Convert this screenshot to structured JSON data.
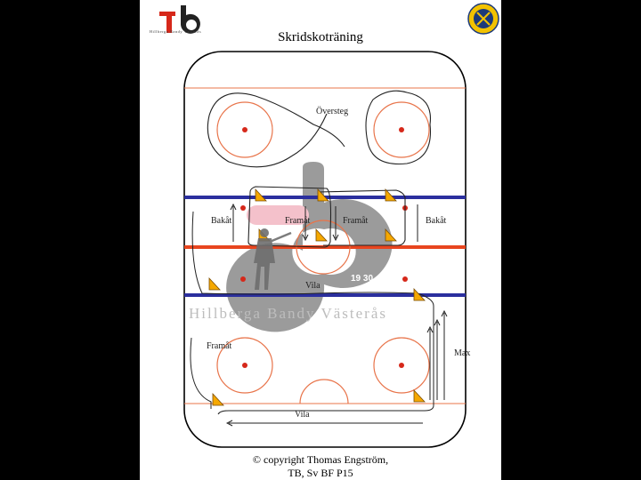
{
  "header": {
    "title": "Skridskoträning",
    "logo_text": "Hillberga Bandy Västerås"
  },
  "labels": {
    "oversteg": "Översteg",
    "bakat_left": "Bakåt",
    "framat_mid_left": "Framåt",
    "framat_mid_right": "Framåt",
    "bakat_right": "Bakåt",
    "vila_mid": "Vila",
    "framat_low": "Framåt",
    "max": "Max",
    "vila_bottom": "Vila"
  },
  "watermark": {
    "text": "Hillberga Bandy Västerås",
    "number": "19 30"
  },
  "footer": {
    "copyright_line1": "© copyright Thomas Engström,",
    "copyright_line2": "TB, Sv BF P15"
  },
  "colors": {
    "blue_line": "#2b2f9e",
    "red_line": "#e8451e",
    "circle": "#e8744a",
    "cone": "#f5a800",
    "dot": "#d6281a"
  }
}
